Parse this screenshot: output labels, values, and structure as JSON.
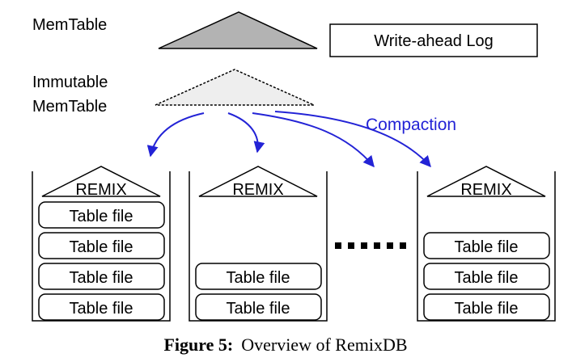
{
  "memtable_label": "MemTable",
  "wal_label": "Write-ahead Log",
  "immutable_label_line1": "Immutable",
  "immutable_label_line2": "MemTable",
  "compaction_label": "Compaction",
  "remix_label": "REMIX",
  "table_file_label": "Table file",
  "caption": {
    "number": "Figure 5:",
    "text": "Overview of RemixDB"
  },
  "colors": {
    "arrow": "#2323d6",
    "triangle_fill": "#b3b3b3",
    "dashed_fill": "#eeeeee"
  }
}
